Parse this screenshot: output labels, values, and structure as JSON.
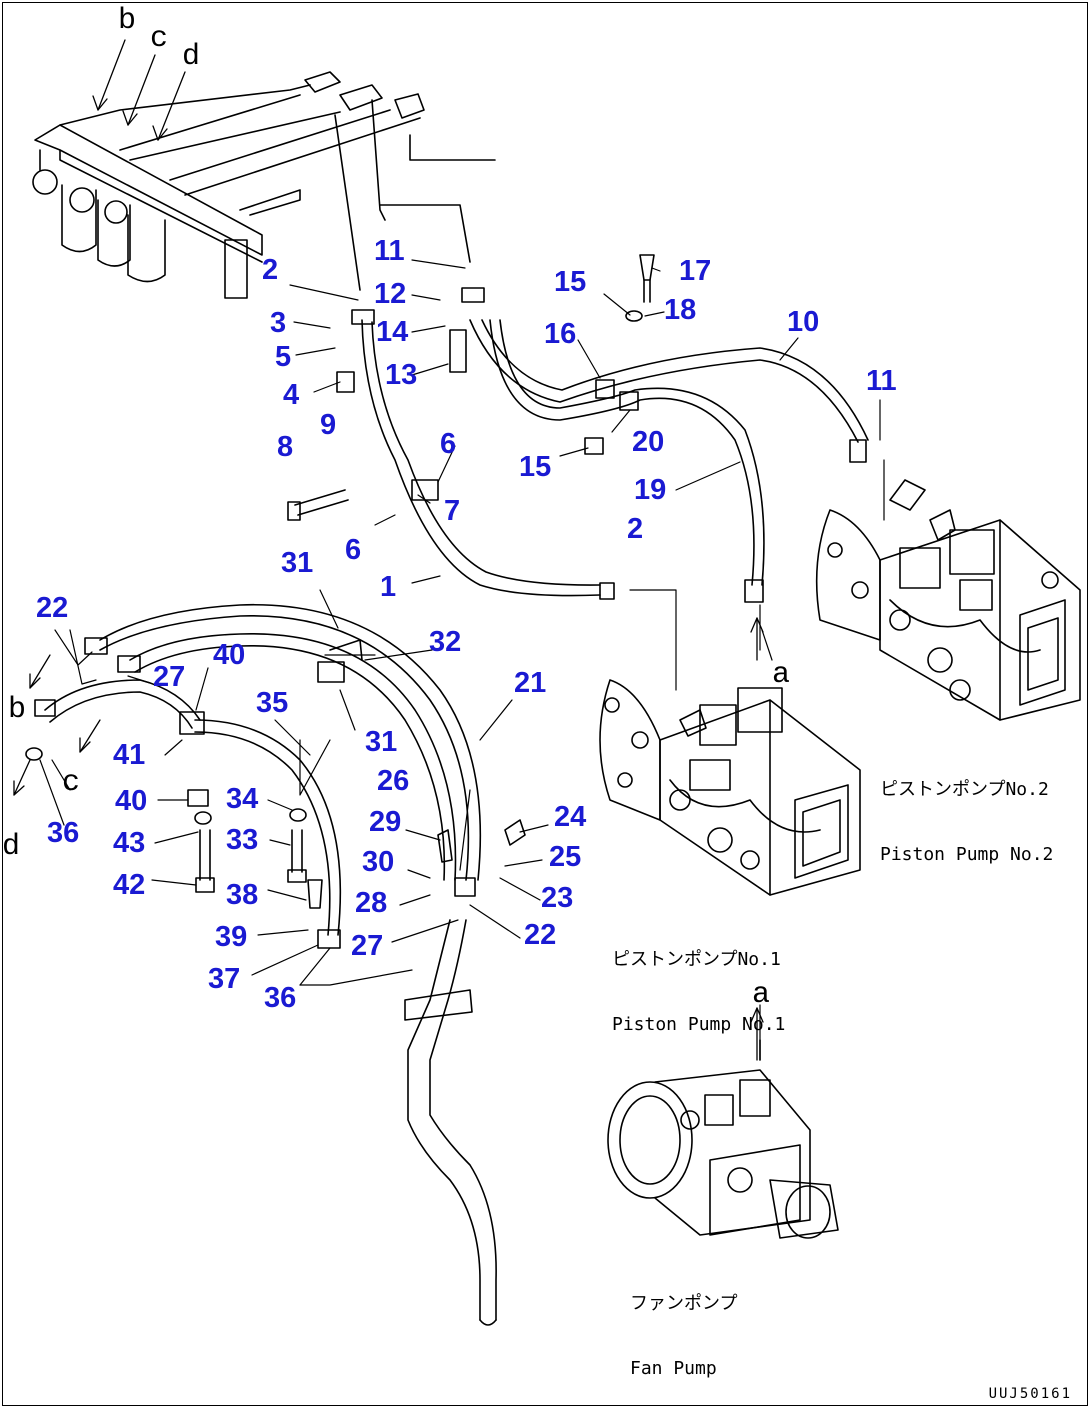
{
  "callouts": {
    "c1": "1",
    "c2a": "2",
    "c2b": "2",
    "c3": "3",
    "c4": "4",
    "c5": "5",
    "c6a": "6",
    "c6b": "6",
    "c7": "7",
    "c8": "8",
    "c9": "9",
    "c10": "10",
    "c11a": "11",
    "c11b": "11",
    "c12": "12",
    "c13": "13",
    "c14": "14",
    "c15a": "15",
    "c15b": "15",
    "c16": "16",
    "c17": "17",
    "c18": "18",
    "c19": "19",
    "c20": "20",
    "c21": "21",
    "c22a": "22",
    "c22b": "22",
    "c23": "23",
    "c24": "24",
    "c25": "25",
    "c26": "26",
    "c27a": "27",
    "c27b": "27",
    "c28": "28",
    "c29": "29",
    "c30": "30",
    "c31a": "31",
    "c31b": "31",
    "c32": "32",
    "c33": "33",
    "c34": "34",
    "c35": "35",
    "c36a": "36",
    "c36b": "36",
    "c37": "37",
    "c38": "38",
    "c39": "39",
    "c40a": "40",
    "c40b": "40",
    "c41": "41",
    "c42": "42",
    "c43": "43"
  },
  "letters": {
    "b_top": "b",
    "c_top": "c",
    "d_top": "d",
    "b_left": "b",
    "c_left": "c",
    "d_left": "d",
    "a1": "a",
    "a2": "a"
  },
  "labels": {
    "pump2_jp": "ピストンポンプNo.2",
    "pump2_en": "Piston Pump No.2",
    "pump1_jp": "ピストンポンプNo.1",
    "pump1_en": "Piston Pump No.1",
    "fan_jp": "ファンポンプ",
    "fan_en": "Fan Pump"
  },
  "drawing_code": "UUJ50161"
}
